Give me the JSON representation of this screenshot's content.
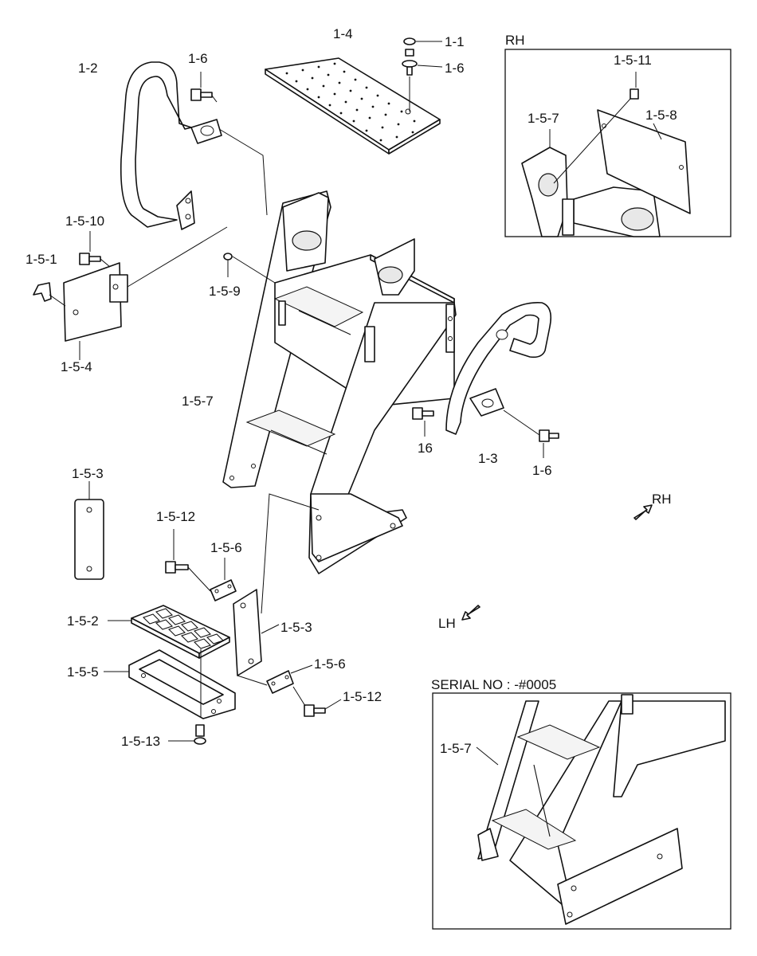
{
  "callouts": {
    "c_1_4": "1-4",
    "c_1_1": "1-1",
    "c_1_6_top": "1-6",
    "c_1_2": "1-2",
    "c_1_6_left": "1-6",
    "c_1_5_10": "1-5-10",
    "c_1_5_1": "1-5-1",
    "c_1_5_9": "1-5-9",
    "c_1_5_4": "1-5-4",
    "c_1_5_7_main": "1-5-7",
    "c_16": "16",
    "c_1_3": "1-3",
    "c_1_6_right": "1-6",
    "c_1_5_3_left": "1-5-3",
    "c_1_5_12_top": "1-5-12",
    "c_1_5_6_top": "1-5-6",
    "c_1_5_2": "1-5-2",
    "c_1_5_3_mid": "1-5-3",
    "c_1_5_5": "1-5-5",
    "c_1_5_6_bot": "1-5-6",
    "c_1_5_12_bot": "1-5-12",
    "c_1_5_13": "1-5-13",
    "c_1_5_11": "1-5-11",
    "c_1_5_7_rh": "1-5-7",
    "c_1_5_8": "1-5-8",
    "c_1_5_7_serial": "1-5-7"
  },
  "insets": {
    "rh_box_label": "RH",
    "serial_box_label": "SERIAL NO : -#0005"
  },
  "direction_arrows": {
    "rh_label": "RH",
    "lh_label": "LH"
  }
}
